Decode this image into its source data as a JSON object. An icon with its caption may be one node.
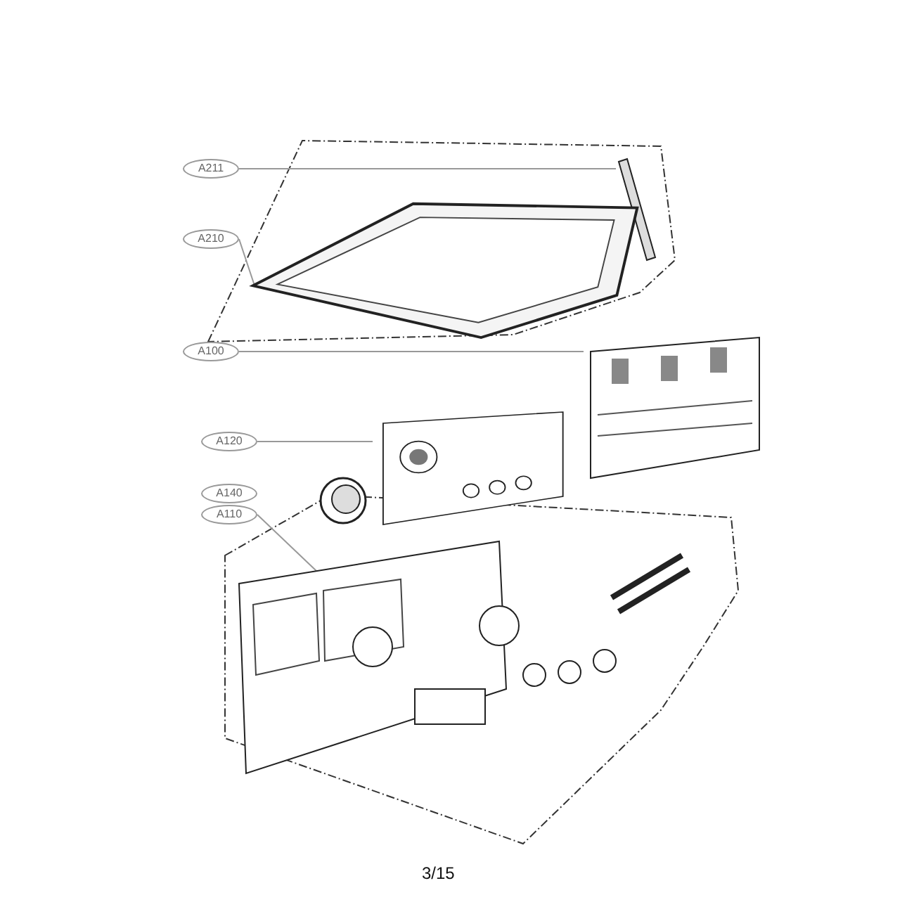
{
  "diagram": {
    "nodes": [
      {
        "text": [
          "A211"
        ]
      },
      {
        "text": [
          "A210"
        ]
      },
      {
        "text": [
          "A100"
        ]
      },
      {
        "text": [
          "A120"
        ]
      },
      {
        "text": [
          "A140"
        ]
      },
      {
        "text": [
          "A110"
        ]
      },
      {
        "text": [],
        "shape": "picture"
      },
      {
        "text": [],
        "shape": "picture"
      },
      {
        "text": [],
        "shape": "picture"
      },
      {
        "text": [],
        "shape": "picture"
      },
      {
        "text": [],
        "shape": "picture"
      }
    ],
    "edges": [
      {
        "from": 0,
        "to": 6,
        "arrow": "none"
      },
      {
        "from": 1,
        "to": 7,
        "arrow": "none"
      },
      {
        "from": 2,
        "to": 8,
        "arrow": "none"
      },
      {
        "from": 3,
        "to": 9,
        "arrow": "none"
      },
      {
        "from": 5,
        "to": 10,
        "arrow": "none"
      }
    ],
    "labels": [
      "3/15"
    ]
  }
}
